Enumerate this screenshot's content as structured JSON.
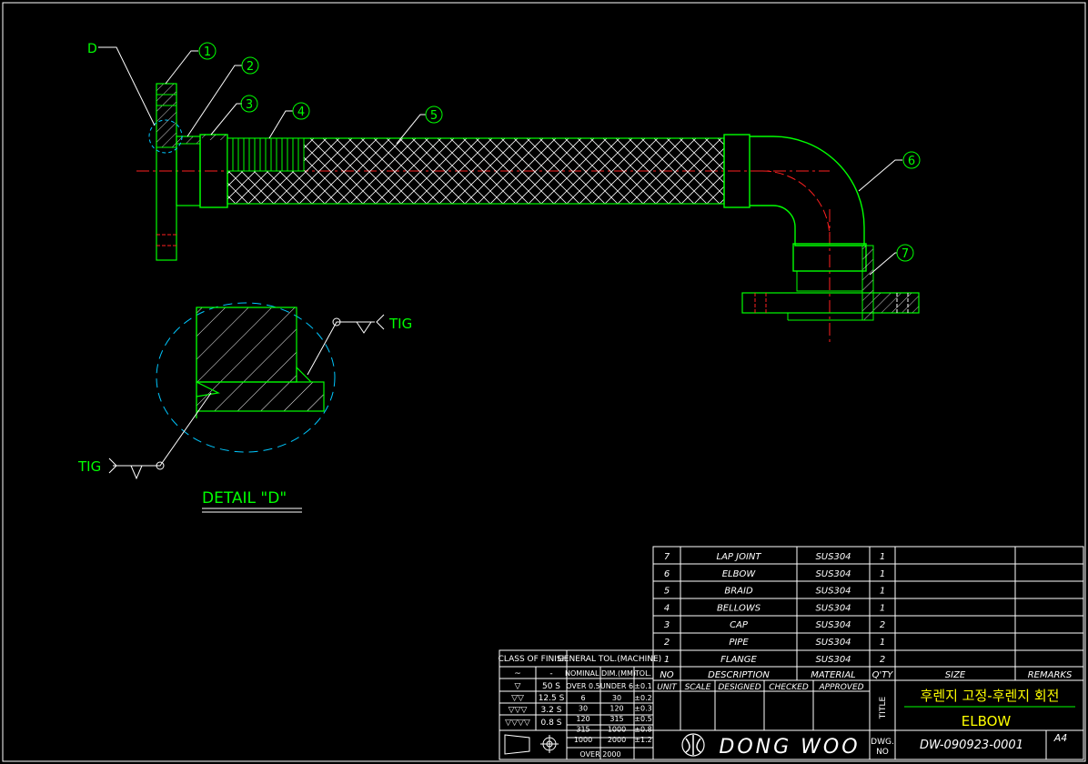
{
  "colors": {
    "background": "#000000",
    "line": "#ffffff",
    "part": "#00ff00",
    "centerline": "#ff2020",
    "detail_circle": "#00c8ff",
    "title_text": "#ffff00",
    "label_text": "#ffffff"
  },
  "balloons": [
    "1",
    "2",
    "3",
    "4",
    "5",
    "6",
    "7"
  ],
  "detail_marker": "D",
  "weld_labels": {
    "top": "TIG",
    "left": "TIG"
  },
  "detail_title": "DETAIL \"D\"",
  "bom": {
    "rows": [
      {
        "no": "7",
        "description": "LAP JOINT",
        "material": "SUS304",
        "qty": "1"
      },
      {
        "no": "6",
        "description": "ELBOW",
        "material": "SUS304",
        "qty": "1"
      },
      {
        "no": "5",
        "description": "BRAID",
        "material": "SUS304",
        "qty": "1"
      },
      {
        "no": "4",
        "description": "BELLOWS",
        "material": "SUS304",
        "qty": "1"
      },
      {
        "no": "3",
        "description": "CAP",
        "material": "SUS304",
        "qty": "2"
      },
      {
        "no": "2",
        "description": "PIPE",
        "material": "SUS304",
        "qty": "1"
      },
      {
        "no": "1",
        "description": "FLANGE",
        "material": "SUS304",
        "qty": "2"
      }
    ],
    "headers": {
      "no": "NO",
      "description": "DESCRIPTION",
      "material": "MATERIAL",
      "qty": "Q'TY",
      "size": "SIZE",
      "remarks": "REMARKS"
    }
  },
  "finish_table": {
    "header": "CLASS OF FINISH",
    "rows": [
      {
        "symbol": "~",
        "value": "-"
      },
      {
        "symbol": "▽",
        "value": "50 S"
      },
      {
        "symbol": "▽▽",
        "value": "12.5 S"
      },
      {
        "symbol": "▽▽▽",
        "value": "3.2 S"
      },
      {
        "symbol": "▽▽▽▽",
        "value": "0.8 S"
      }
    ]
  },
  "tolerance_table": {
    "header": "GENERAL TOL.(MACHINE)",
    "col_header": "NOMINAL DIM.(MM)",
    "tol_header": "TOL.",
    "sub_headers": {
      "over": "OVER 0.5",
      "under": "UNDER 6",
      "tol": "±0.1"
    },
    "rows": [
      {
        "over": "6",
        "under": "30",
        "tol": "±0.2"
      },
      {
        "over": "30",
        "under": "120",
        "tol": "±0.3"
      },
      {
        "over": "120",
        "under": "315",
        "tol": "±0.5"
      },
      {
        "over": "315",
        "under": "1000",
        "tol": "±0.8"
      },
      {
        "over": "1000",
        "under": "2000",
        "tol": "±1.2"
      }
    ],
    "footer": "OVER 2000"
  },
  "title_block": {
    "unit": "UNIT",
    "scale": "SCALE",
    "designed": "DESIGNED",
    "checked": "CHECKED",
    "approved": "APPROVED",
    "title_label": "TITLE",
    "title_korean": "후렌지 고정-후렌지 회전",
    "title_name": "ELBOW",
    "company": "DONG WOO",
    "dwg_label_1": "DWG.",
    "dwg_label_2": "NO",
    "dwg_no": "DW-090923-0001",
    "sheet_size": "A4"
  }
}
